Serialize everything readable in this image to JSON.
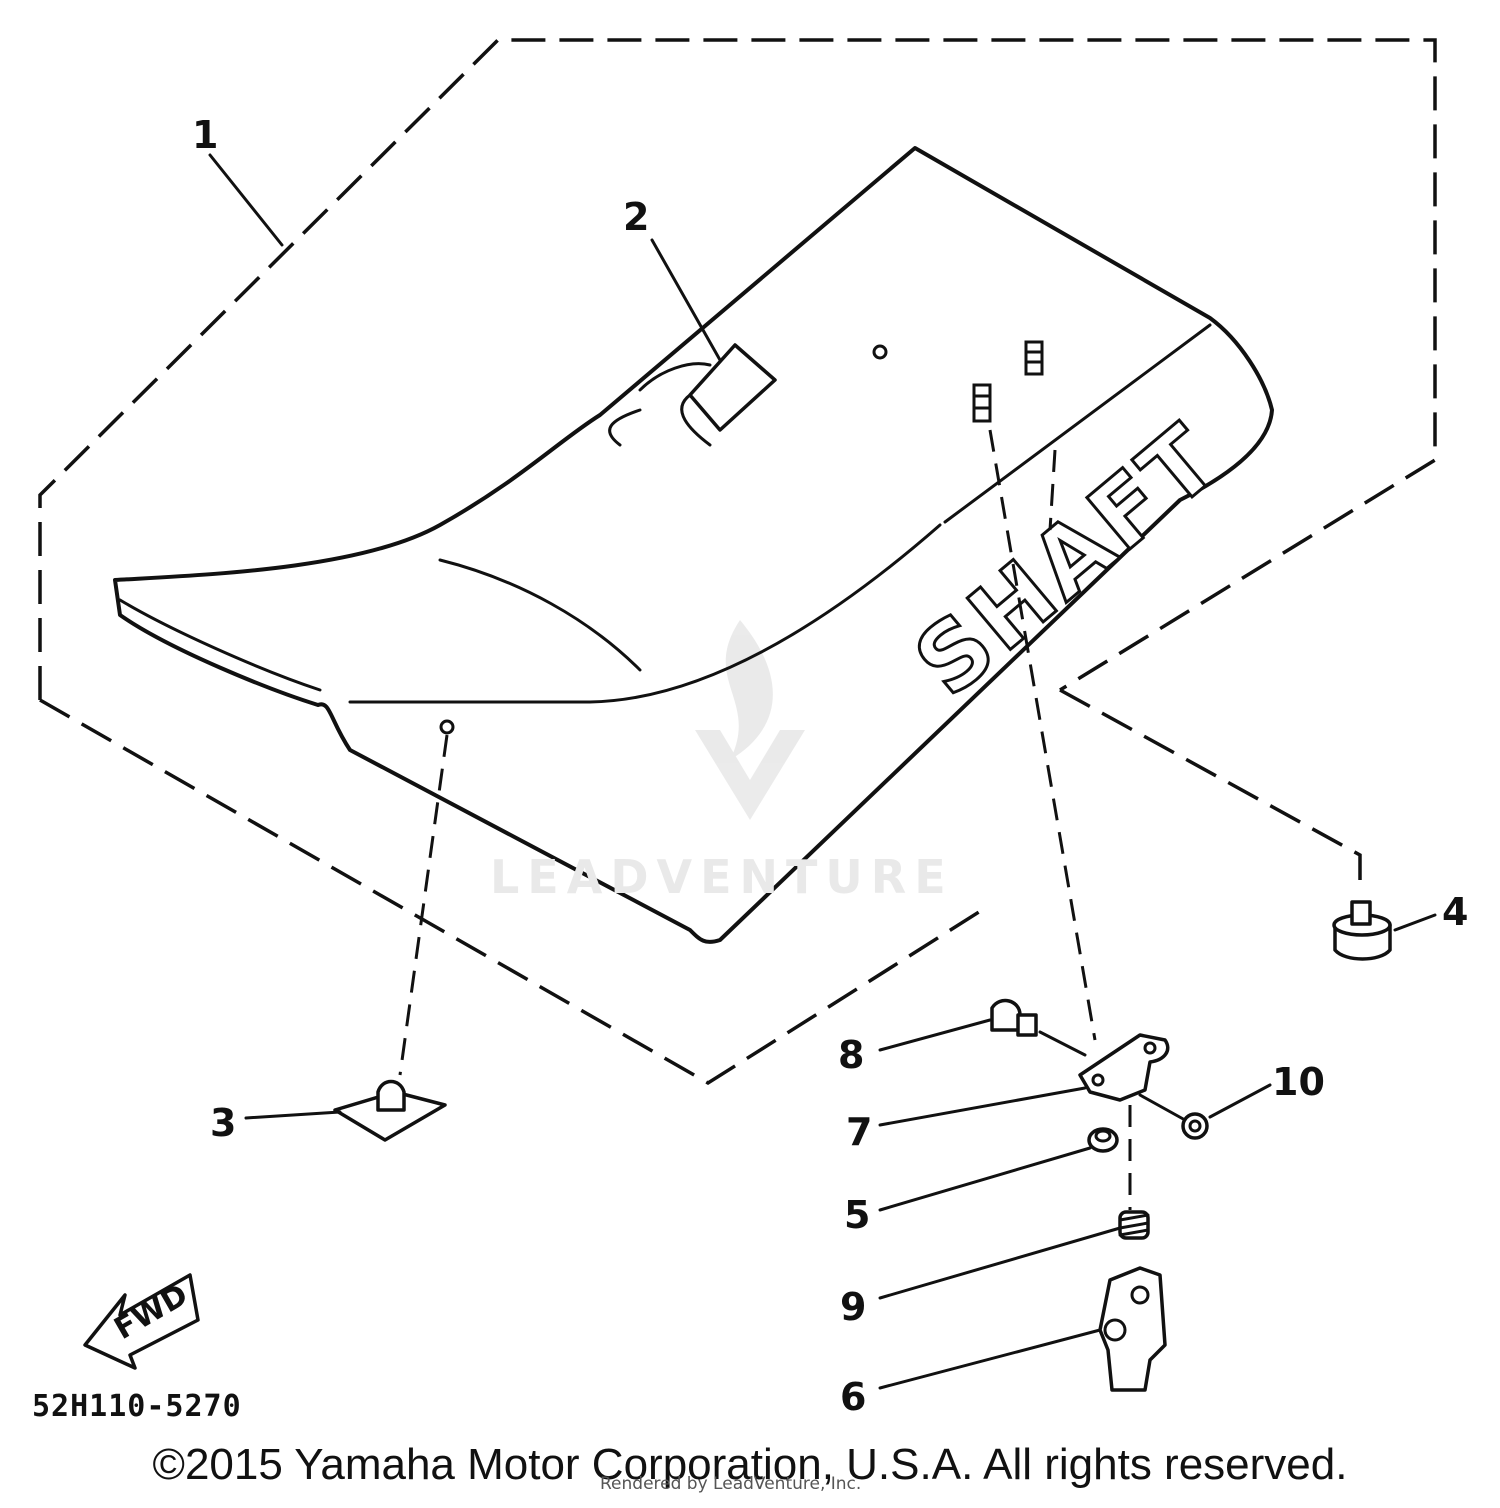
{
  "diagram": {
    "part_numbers": [
      "1",
      "2",
      "3",
      "4",
      "5",
      "6",
      "7",
      "8",
      "9",
      "10"
    ],
    "seat_lettering": "SHAFT",
    "direction_arrow": "FWD",
    "drawing_code": "52H110-5270"
  },
  "footer": {
    "copyright": "©2015 Yamaha Motor Corporation, U.S.A. All rights reserved."
  },
  "watermark": {
    "brand": "LEADVENTURE",
    "credit": "Rendered by LeadVenture, Inc."
  }
}
